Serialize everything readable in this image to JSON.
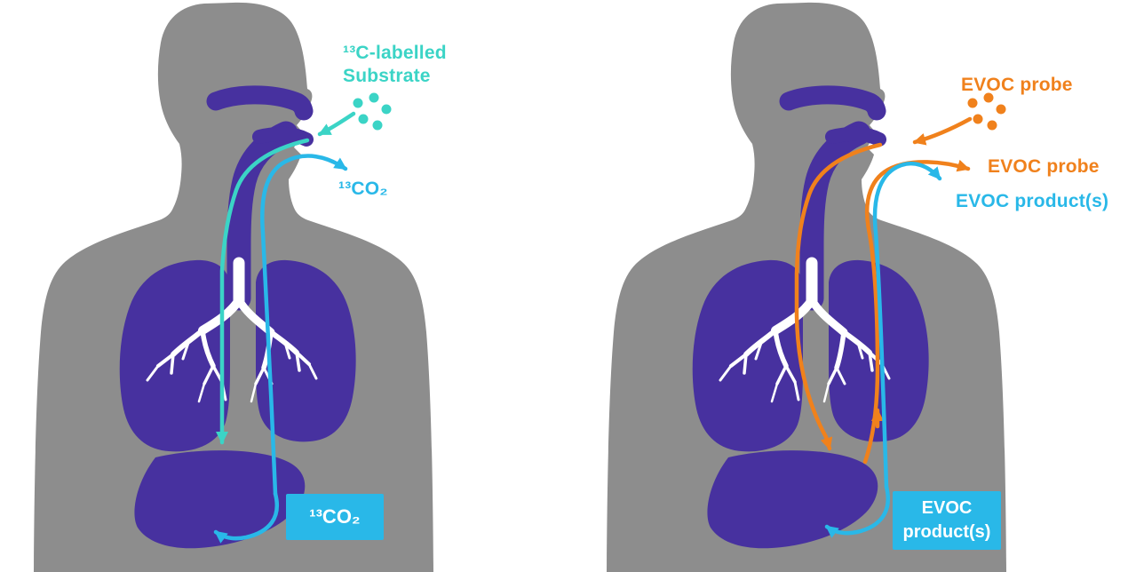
{
  "colors": {
    "silhouette_gray": "#8d8d8d",
    "organ_purple": "#47319f",
    "teal": "#3bd4c6",
    "cyan": "#29b8e8",
    "orange": "#f0811c",
    "box_background": "#29b8e8",
    "box_text": "#ffffff",
    "background": "#ffffff"
  },
  "left_panel": {
    "substrate_label_line1": "¹³C-labelled",
    "substrate_label_line2": "Substrate",
    "exhaled_label": "¹³CO₂",
    "result_box_label": "¹³CO₂"
  },
  "right_panel": {
    "probe_label": "EVOC probe",
    "exhaled_probe_label": "EVOC probe",
    "exhaled_product_label": "EVOC product(s)",
    "result_box_label_line1": "EVOC",
    "result_box_label_line2": "product(s)"
  }
}
